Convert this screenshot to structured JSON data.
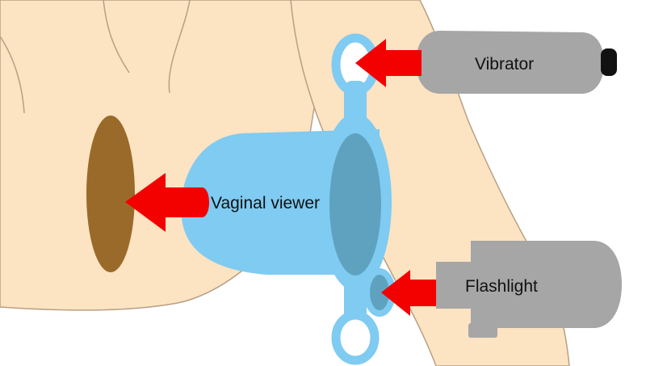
{
  "labels": {
    "vibrator": "Vibrator",
    "vaginal_viewer": "Vaginal viewer",
    "flashlight": "Flashlight"
  },
  "colors": {
    "skin": "#FCE3C2",
    "skin_outline": "#B6A084",
    "device_blue": "#7FCBF1",
    "device_blue_dark": "#5FA2C0",
    "tissue_brown": "#9A6A2A",
    "arrow_red": "#F30000",
    "gray_device": "#A6A6A6",
    "black_tip": "#111111"
  }
}
